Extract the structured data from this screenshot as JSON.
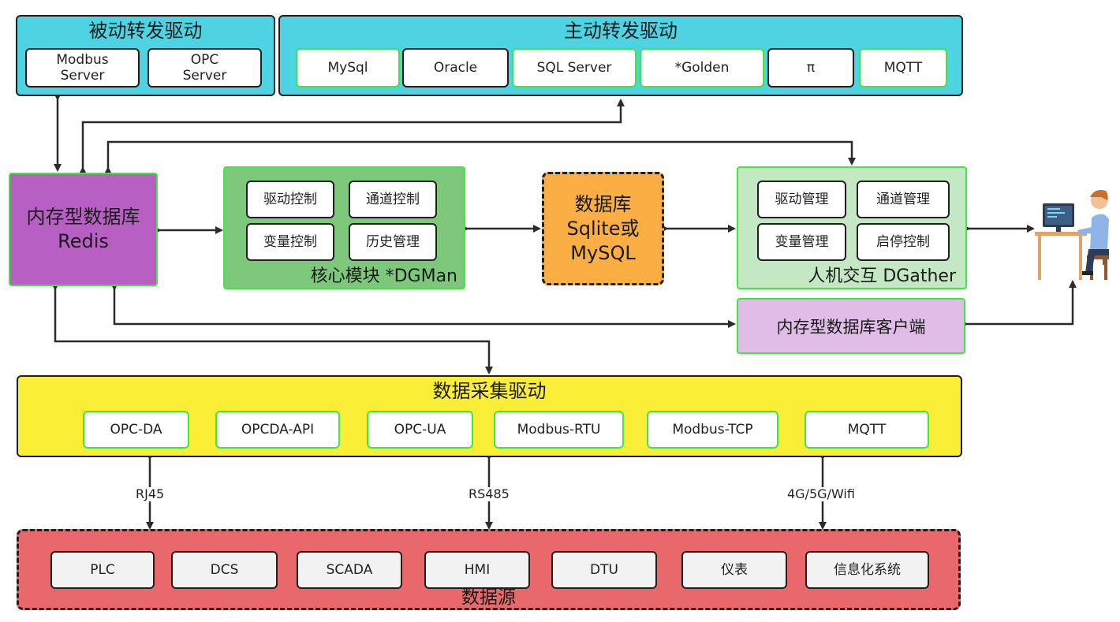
{
  "passive": {
    "title": "被动转发驱动",
    "items": [
      "Modbus\nServer",
      "OPC\nServer"
    ]
  },
  "active": {
    "title": "主动转发驱动",
    "items": [
      "MySql",
      "Oracle",
      "SQL Server",
      "*Golden",
      "π",
      "MQTT"
    ]
  },
  "redis": {
    "line1": "内存型数据库",
    "line2": "Redis"
  },
  "core": {
    "title": "核心模块 *DGMan",
    "items": [
      "驱动控制",
      "通道控制",
      "变量控制",
      "历史管理"
    ]
  },
  "db": {
    "lines": [
      "数据库",
      "Sqlite或",
      "MySQL"
    ]
  },
  "hmi": {
    "title": "人机交互 DGather",
    "items": [
      "驱动管理",
      "通道管理",
      "变量管理",
      "启停控制"
    ]
  },
  "client": {
    "label": "内存型数据库客户端"
  },
  "acquire": {
    "title": "数据采集驱动",
    "items": [
      "OPC-DA",
      "OPCDA-API",
      "OPC-UA",
      "Modbus-RTU",
      "Modbus-TCP",
      "MQTT"
    ]
  },
  "links": {
    "rj45": "RJ45",
    "rs485": "RS485",
    "wireless": "4G/5G/Wifi"
  },
  "source": {
    "title": "数据源",
    "items": [
      "PLC",
      "DCS",
      "SCADA",
      "HMI",
      "DTU",
      "仪表",
      "信息化系统"
    ]
  },
  "colors": {
    "cyan": "#4ed3e3",
    "purple": "#b85fc4",
    "green": "#7ec87b",
    "orange": "#fbae44",
    "lightgreen": "#c5e8c4",
    "lavender": "#e0bde6",
    "yellow": "#fbee37",
    "red": "#e8686b",
    "bright_green": "#3ee83e"
  },
  "icons": {
    "user": "person-at-computer-icon"
  }
}
